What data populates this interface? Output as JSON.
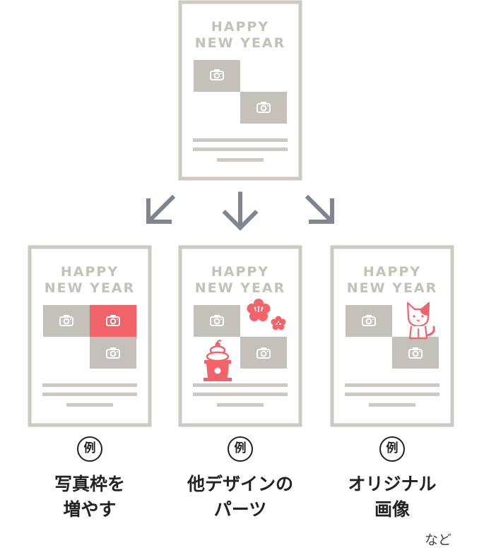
{
  "card_text": {
    "line1": "HAPPY",
    "line2": "NEW YEAR"
  },
  "colors": {
    "frame": "#cdc9c3",
    "photo": "#c4c0ba",
    "accent": "#f2636a",
    "arrow": "#7f8690",
    "text": "#222222"
  },
  "icons": {
    "photo": "camera-icon",
    "arrow": "diagonal-arrow-icon"
  },
  "examples": [
    {
      "badge": "例",
      "line1": "写真枠を",
      "line2": "増やす"
    },
    {
      "badge": "例",
      "line1": "他デザインの",
      "line2": "パーツ"
    },
    {
      "badge": "例",
      "line1": "オリジナル",
      "line2": "画像"
    }
  ],
  "footnote": "など"
}
